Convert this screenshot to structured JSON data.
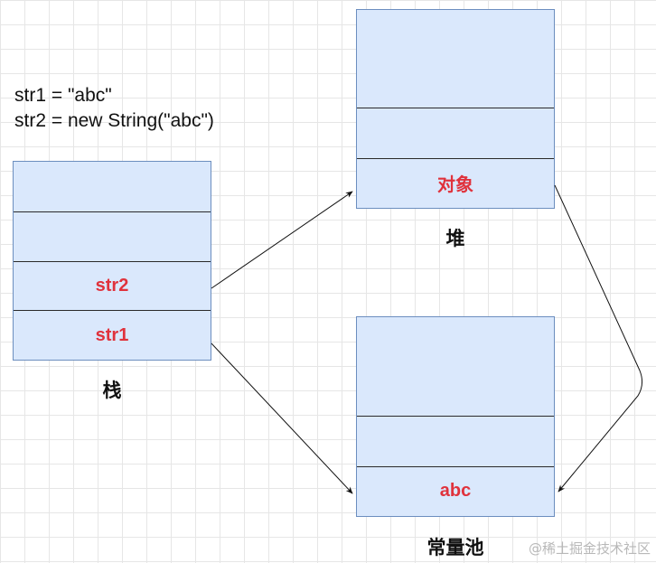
{
  "code_lines": [
    "str1 = \"abc\"",
    "str2 = new String(\"abc\")"
  ],
  "stack": {
    "label": "栈",
    "cells": [
      "",
      "",
      "str2",
      "str1"
    ]
  },
  "heap": {
    "label": "堆",
    "cells": [
      "",
      "",
      "对象"
    ]
  },
  "pool": {
    "label": "常量池",
    "cells": [
      "",
      "",
      "abc"
    ]
  },
  "watermark": "@稀土掘金技术社区",
  "colors": {
    "box_fill": "#dae8fc",
    "box_border": "#6c8ebf",
    "cell_text": "#e0323c"
  }
}
